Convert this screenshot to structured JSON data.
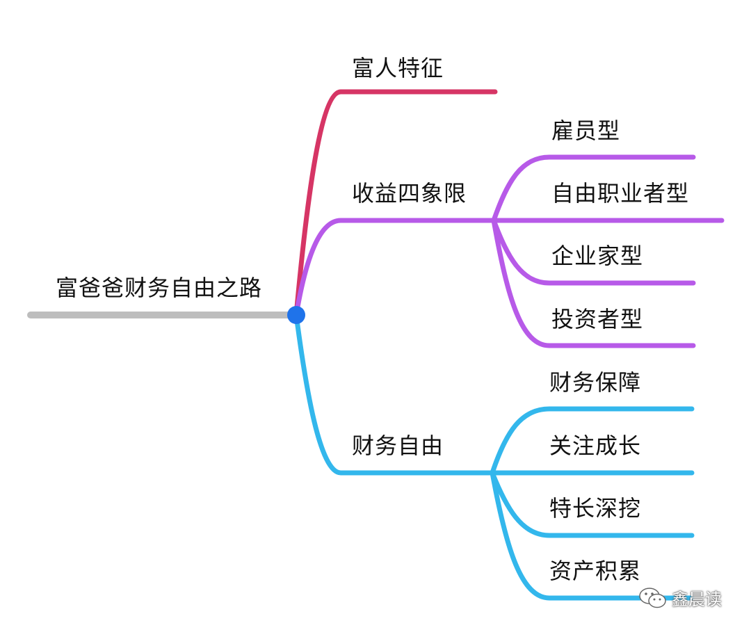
{
  "mindmap": {
    "root": {
      "label": "富爸爸财务自由之路"
    },
    "colors": {
      "root": "#bdbdbd",
      "hub": "#1f73ea",
      "branch1": "#d63565",
      "branch2": "#b75ae8",
      "branch3": "#33b7ec"
    },
    "branches": [
      {
        "label": "富人特征",
        "children": []
      },
      {
        "label": "收益四象限",
        "children": [
          "雇员型",
          "自由职业者型",
          "企业家型",
          "投资者型"
        ]
      },
      {
        "label": "财务自由",
        "children": [
          "财务保障",
          "关注成长",
          "特长深挖",
          "资产积累"
        ]
      }
    ]
  },
  "watermark": {
    "text": "鑫晨读",
    "icon": "wechat-icon"
  }
}
